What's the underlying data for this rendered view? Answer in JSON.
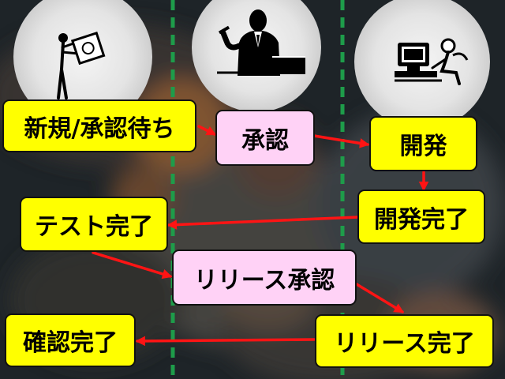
{
  "colors": {
    "yellow_box": "#ffff00",
    "pink_box": "#ffd2f6",
    "arrow": "#ff1414",
    "lane_divider": "#1e9c4a"
  },
  "actors": [
    {
      "name": "requester-figure-icon"
    },
    {
      "name": "approver-manager-icon"
    },
    {
      "name": "developer-at-computer-icon"
    }
  ],
  "steps": {
    "new_pending": "新規/承認待ち",
    "approval": "承認",
    "development": "開発",
    "dev_complete": "開発完了",
    "test_complete": "テスト完了",
    "release_approval": "リリース承認",
    "release_complete": "リリース完了",
    "confirm_complete": "確認完了"
  }
}
